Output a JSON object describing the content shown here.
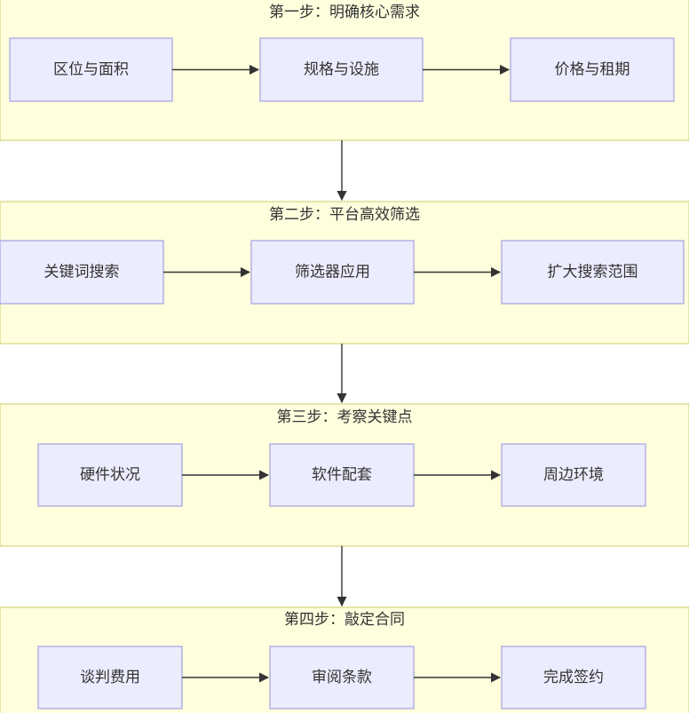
{
  "stages": [
    {
      "title": "第一步：明确核心需求",
      "nodes": [
        "区位与面积",
        "规格与设施",
        "价格与租期"
      ]
    },
    {
      "title": "第二步：平台高效筛选",
      "nodes": [
        "关键词搜索",
        "筛选器应用",
        "扩大搜索范围"
      ]
    },
    {
      "title": "第三步：考察关键点",
      "nodes": [
        "硬件状况",
        "软件配套",
        "周边环境"
      ]
    },
    {
      "title": "第四步：敲定合同",
      "nodes": [
        "谈判费用",
        "审阅条款",
        "完成签约"
      ]
    }
  ],
  "colors": {
    "band_fill": "#ffffde",
    "band_stroke": "#cccc66",
    "node_fill": "#ececff",
    "node_stroke": "#a4a1e0",
    "edge": "#333333"
  }
}
